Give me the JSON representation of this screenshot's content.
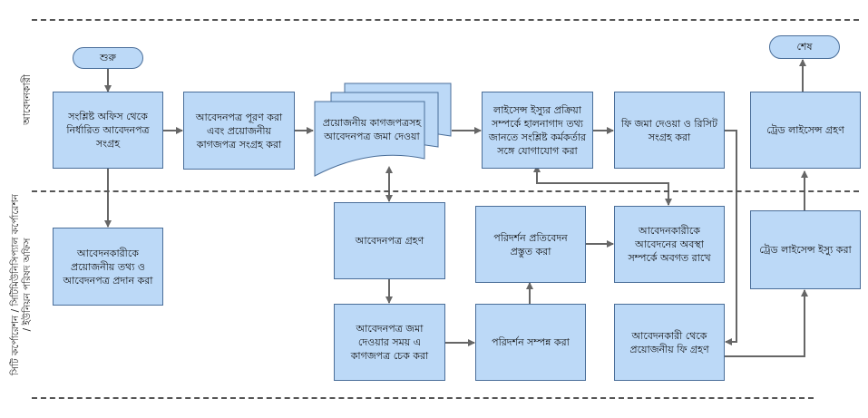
{
  "lanes": {
    "applicant": "আবেদনকারী",
    "office": "সিটি কর্পোরেশন / সিটিমিউনিসিপ্যাল কর্পোরেশন / ইউনিয়ন পরিষদ অফিস"
  },
  "nodes": {
    "start": "শুরু",
    "collect_form": "সংশ্লিষ্ট অফিস থেকে নির্ধারিত আবেদনপত্র সংগ্রহ",
    "fill_form": "আবেদনপত্র পূরণ করা এবং প্রয়োজনীয় কাগজপত্র সংগ্রহ করা",
    "submit_docs": "প্রয়োজনীয় কাগজপত্রসহ আবেদনপত্র জমা দেওয়া",
    "contact_officer": "লাইসেন্স ইস্যুর প্রক্রিয়া সম্পর্কে হালনাগাদ তথ্য জানতে সংশ্লিষ্ট কর্মকর্তার সঙ্গে যোগাযোগ করা",
    "pay_fee": "ফি জমা দেওয়া ও রিসিট সংগ্রহ করা",
    "receive_license": "ট্রেড লাইসেন্স গ্রহণ",
    "end": "শেষ",
    "provide_info": "আবেদনকারীকে প্রয়োজনীয় তথ্য ও আবেদনপত্র প্রদান করা",
    "accept_application": "আবেদনপত্র গ্রহণ",
    "check_docs": "আবেদনপত্র জমা দেওয়ার সময় এ কাগজপত্র চেক করা",
    "inspection_report": "পরিদর্শন প্রতিবেদন প্রস্তুত করা",
    "inspection_done": "পরিদর্শন সম্পন্ন করা",
    "inform_status": "আবেদনকারীকে আবেদনের অবস্থা সম্পর্কে অবগত রাখে",
    "collect_fee": "আবেদনকারী থেকে প্রয়োজনীয় ফি গ্রহণ",
    "issue_license": "ট্রেড লাইসেন্স ইস্যু করা"
  },
  "colors": {
    "fill": "#bcd9f7",
    "stroke": "#4a6e99",
    "connector": "#666666",
    "lane_line": "#555555"
  }
}
